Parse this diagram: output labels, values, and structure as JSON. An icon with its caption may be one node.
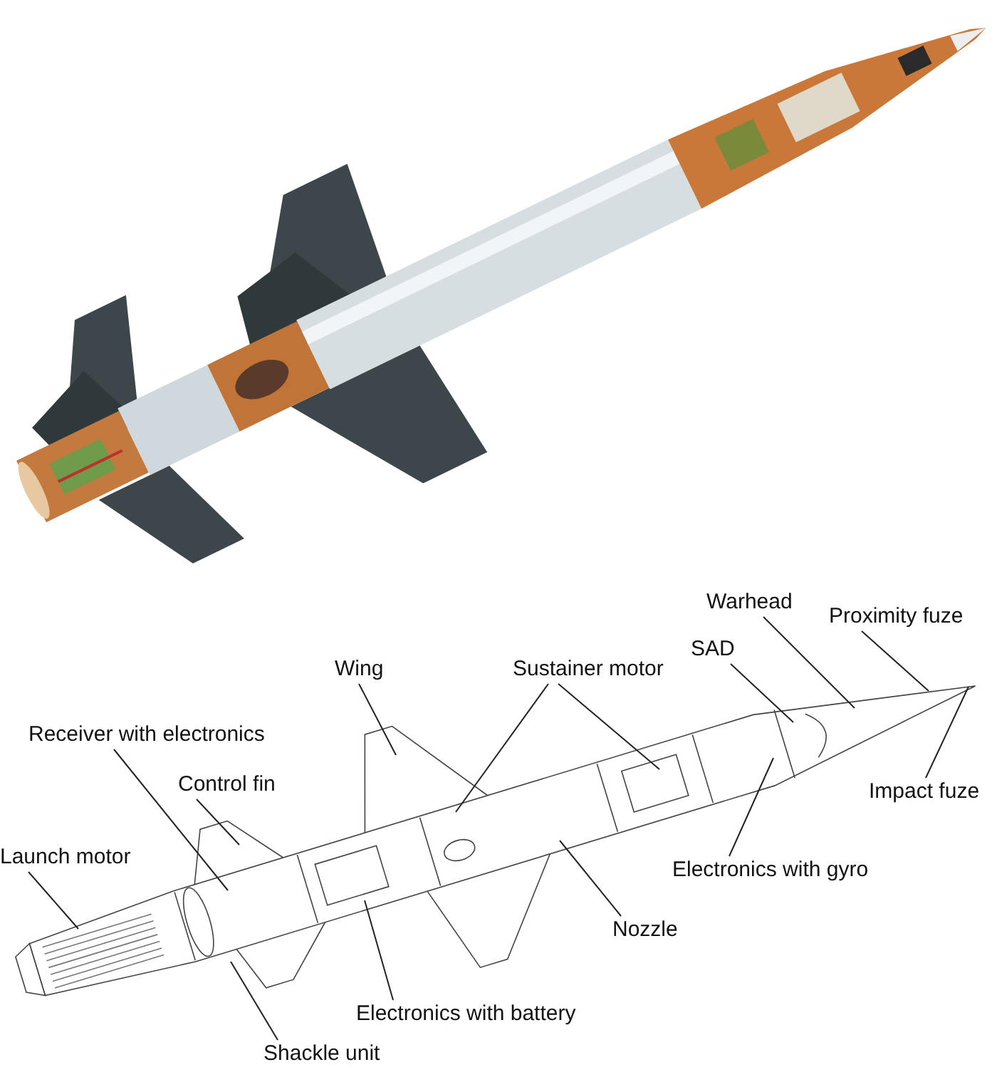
{
  "diagram": {
    "nodes": [
      {
        "text": [],
        "shape": "picture"
      },
      {
        "text": [],
        "shape": "picture"
      },
      {
        "text": [
          "Warhead"
        ]
      },
      {
        "text": [
          "Proximity fuze"
        ]
      },
      {
        "text": [
          "SAD"
        ]
      },
      {
        "text": [
          "Sustainer motor"
        ]
      },
      {
        "text": [
          "Wing"
        ]
      },
      {
        "text": [
          "Receiver with electronics"
        ]
      },
      {
        "text": [
          "Control fin"
        ]
      },
      {
        "text": [
          "Impact fuze"
        ]
      },
      {
        "text": [
          "Launch motor"
        ]
      },
      {
        "text": [
          "Electronics with gyro"
        ]
      },
      {
        "text": [
          "Nozzle"
        ]
      },
      {
        "text": [
          "Electronics with battery"
        ]
      },
      {
        "text": [
          "Shackle unit"
        ]
      }
    ],
    "edges": [
      {
        "from": 2,
        "to": 1,
        "arrow": "none"
      },
      {
        "from": 3,
        "to": 1,
        "arrow": "none"
      },
      {
        "from": 4,
        "to": 1,
        "arrow": "none"
      },
      {
        "from": 5,
        "to": 1,
        "arrow": "none"
      },
      {
        "from": 5,
        "to": 1,
        "arrow": "none"
      },
      {
        "from": 6,
        "to": 1,
        "arrow": "none"
      },
      {
        "from": 7,
        "to": 1,
        "arrow": "none"
      },
      {
        "from": 8,
        "to": 1,
        "arrow": "none"
      },
      {
        "from": 9,
        "to": 1,
        "arrow": "none"
      },
      {
        "from": 10,
        "to": 1,
        "arrow": "none"
      },
      {
        "from": 11,
        "to": 1,
        "arrow": "none"
      },
      {
        "from": 12,
        "to": 1,
        "arrow": "none"
      },
      {
        "from": 13,
        "to": 1,
        "arrow": "none"
      },
      {
        "from": 14,
        "to": 1,
        "arrow": "none"
      }
    ]
  }
}
